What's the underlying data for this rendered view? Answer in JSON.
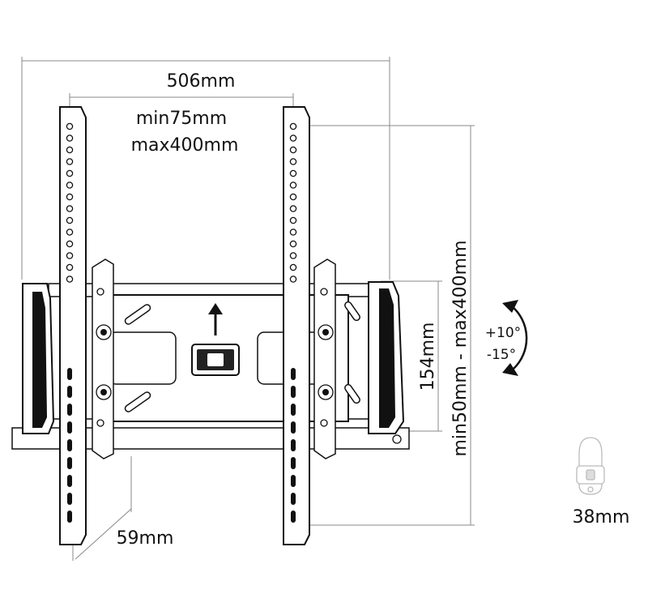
{
  "dimensions": {
    "width_overall": "506mm",
    "vesa_horizontal_min": "min75mm",
    "vesa_horizontal_max": "max400mm",
    "plate_height": "154mm",
    "vesa_vertical": "min50mm - max400mm",
    "depth": "59mm",
    "tilt_up": "+10°",
    "tilt_down": "-15°",
    "thickness": "38mm"
  },
  "colors": {
    "ink": "#111111",
    "dimension_line": "#888888"
  }
}
